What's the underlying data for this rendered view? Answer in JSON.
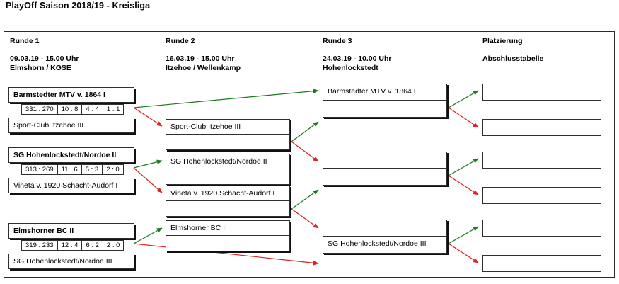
{
  "page": {
    "title": "PlayOff Saison 2018/19 - Kreisliga"
  },
  "columns": [
    {
      "name": "Runde 1",
      "when": "09.03.19  -   15.00 Uhr",
      "where": "Elmshorn / KGSE"
    },
    {
      "name": "Runde 2",
      "when": "16.03.19  -   15.00 Uhr",
      "where": "Itzehoe / Wellenkamp"
    },
    {
      "name": "Runde 3",
      "when": "24.03.19  -   10.00 Uhr",
      "where": "Hohenlockstedt"
    },
    {
      "name": "Platzierung",
      "when": "Abschlusstabelle",
      "where": ""
    }
  ],
  "round1": {
    "matches": [
      {
        "winner": "Barmstedter MTV v. 1864  I",
        "loser": "Sport-Club Itzehoe  III",
        "score_cells": [
          "331 : 270",
          "10 : 8",
          "4 : 4",
          "1 : 1"
        ]
      },
      {
        "winner": "SG Hohenlockstedt/Nordoe  II",
        "loser": "Vineta v. 1920 Schacht-Audorf  I",
        "score_cells": [
          "313 : 269",
          "11 : 6",
          "5 : 3",
          "2 : 0"
        ]
      },
      {
        "winner": "Elmshorner BC  II",
        "loser": "SG Hohenlockstedt/Nordoe  III",
        "score_cells": [
          "319 : 233",
          "12 : 4",
          "6 : 2",
          "2 : 0"
        ]
      }
    ]
  },
  "round2": {
    "pairs": [
      {
        "top": "Sport-Club Itzehoe  III",
        "bottom": ""
      },
      {
        "top": "SG Hohenlockstedt/Nordoe  II",
        "bottom": ""
      },
      {
        "top": "Vineta v. 1920 Schacht-Audorf  I",
        "bottom": ""
      },
      {
        "top": "Elmshorner BC  II",
        "bottom": ""
      }
    ]
  },
  "round3": {
    "pairs": [
      {
        "top": "Barmstedter MTV v. 1864  I",
        "bottom": ""
      },
      {
        "top": "",
        "bottom": ""
      },
      {
        "top": "",
        "bottom": "SG Hohenlockstedt/Nordoe  III"
      }
    ]
  },
  "placements": {
    "slots": [
      "",
      "",
      "",
      "",
      "",
      ""
    ]
  },
  "colors": {
    "winner_arrow": "#1e7a1e",
    "loser_arrow": "#e02020",
    "border": "#2f2f2f",
    "background": "#ffffff"
  }
}
